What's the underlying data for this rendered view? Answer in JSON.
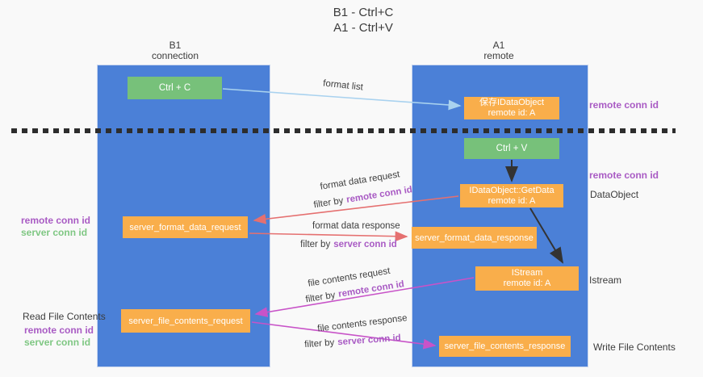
{
  "title": {
    "line1": "B1 - Ctrl+C",
    "line2": "A1 - Ctrl+V"
  },
  "lanes": {
    "left": {
      "name": "B1",
      "role": "connection"
    },
    "right": {
      "name": "A1",
      "role": "remote"
    }
  },
  "boxes": {
    "ctrl_c": {
      "label": "Ctrl + C"
    },
    "save_idataobject": {
      "line1": "保存IDataObject",
      "line2": "remote id: A"
    },
    "ctrl_v": {
      "label": "Ctrl + V"
    },
    "idataobject_getdata": {
      "line1": "IDataObject::GetData",
      "line2": "remote id: A"
    },
    "server_format_data_request": {
      "label": "server_format_data_request"
    },
    "server_format_data_response": {
      "label": "server_format_data_response"
    },
    "istream": {
      "line1": "IStream",
      "line2": "remote id: A"
    },
    "server_file_contents_request": {
      "label": "server_file_contents_request"
    },
    "server_file_contents_response": {
      "label": "server_file_contents_response"
    }
  },
  "arrow_labels": {
    "format_list": "format list",
    "format_data_request": "format data request",
    "format_data_response": "format data response",
    "file_contents_request": "file contents request",
    "file_contents_response": "file contents response",
    "filter_by": "filter by",
    "remote_conn_id": "remote conn id",
    "server_conn_id": "server conn id"
  },
  "side_labels": {
    "remote_conn_id_top_right": "remote conn id",
    "remote_conn_id_mid_right": "remote conn id",
    "dataobject": "DataObject",
    "istream": "Istream",
    "write_file_contents": "Write File Contents",
    "read_file_contents": "Read File Contents",
    "remote_conn_id_left": "remote conn id",
    "server_conn_id_left": "server conn id",
    "remote_conn_id_bottom_left": "remote conn id",
    "server_conn_id_bottom_left": "server conn id"
  },
  "colors": {
    "lane_blue": "#4b80d7",
    "box_green": "#77c17a",
    "box_orange": "#f9ae4b",
    "accent_purple": "#a95bc4",
    "accent_green": "#7fc783",
    "arrow_blue": "#a9d2ef",
    "arrow_red": "#e57070",
    "arrow_magenta": "#c853c8",
    "arrow_black": "#333333"
  }
}
